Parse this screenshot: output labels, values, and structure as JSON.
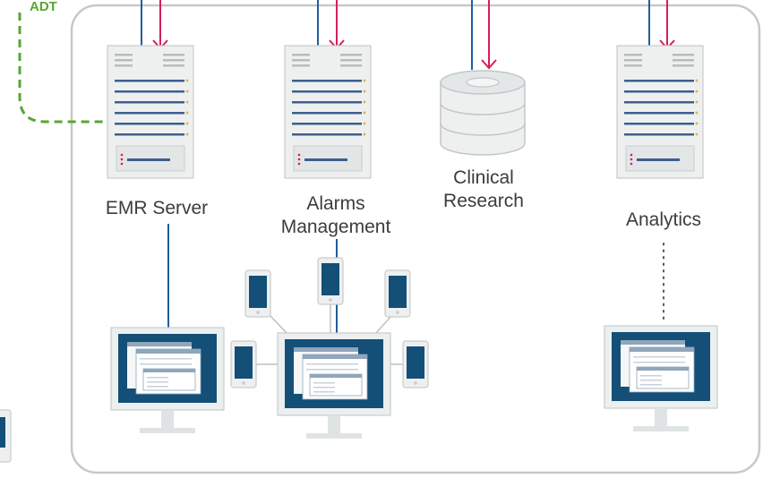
{
  "adt_label": "ADT",
  "servers": {
    "emr": "EMR Server",
    "alarms_line1": "Alarms",
    "alarms_line2": "Management",
    "research_line1": "Clinical",
    "research_line2": "Research",
    "analytics": "Analytics"
  },
  "colors": {
    "frame": "#c8c8c8",
    "outbound_line": "#1f5f9a",
    "inbound_arrow": "#d61f57",
    "adt_dashed": "#5aa632",
    "screen_dark": "#134f77",
    "server_body": "#eef0f0",
    "device_link": "#bfbfbf"
  },
  "icons": {
    "server": "rack-server-icon",
    "database": "database-cylinder-icon",
    "workstation": "monitor-icon",
    "mobile": "mobile-device-icon"
  }
}
